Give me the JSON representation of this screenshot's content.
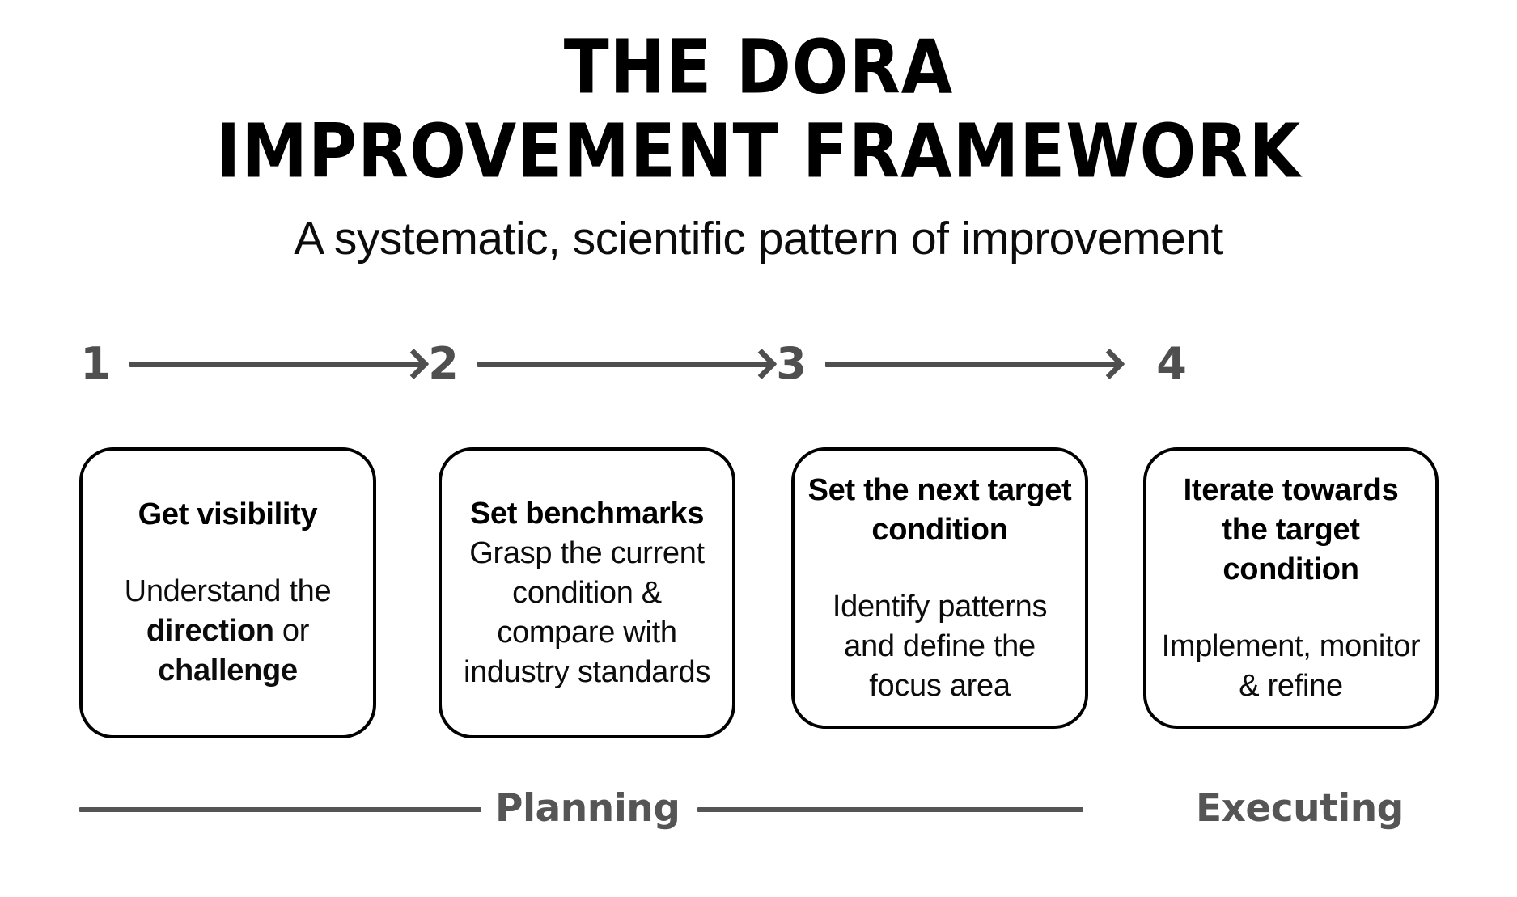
{
  "header": {
    "title_line_1": "THE DORA",
    "title_line_2": "IMPROVEMENT FRAMEWORK",
    "subtitle": "A systematic, scientific pattern of improvement"
  },
  "steps": {
    "numbers": [
      "1",
      "2",
      "3",
      "4"
    ],
    "arrow_icon": "right-arrow-icon",
    "arrow_color": "#4f4f4f"
  },
  "cards": [
    {
      "step": "1",
      "heading": "Get visibility",
      "body_prefix": "Understand the ",
      "body_bold_1": "direction",
      "body_middle": " or ",
      "body_bold_2": "challenge",
      "body_plain": "Understand the direction or challenge"
    },
    {
      "step": "2",
      "heading": "Set benchmarks",
      "body_plain": "Grasp the current condition & compare with industry standards"
    },
    {
      "step": "3",
      "heading": "Set the next target condition",
      "body_plain": "Identify patterns and define the focus area"
    },
    {
      "step": "4",
      "heading": "Iterate towards the target condition",
      "body_plain": "Implement, monitor & refine"
    }
  ],
  "legend": {
    "planning_label": "Planning",
    "executing_label": "Executing",
    "line_color": "#555555",
    "text_color": "#555555"
  },
  "colors": {
    "background": "#ffffff",
    "text": "#000000",
    "accent_gray": "#4f4f4f",
    "card_border": "#000000"
  }
}
